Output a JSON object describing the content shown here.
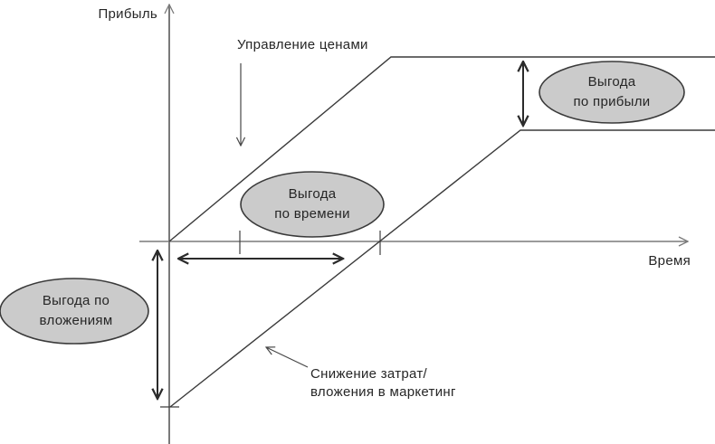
{
  "diagram": {
    "y_axis_label": "Прибыль",
    "x_axis_label": "Время",
    "annotations": {
      "price_management": "Управление ценами",
      "cost_reduction_line1": "Снижение затрат/",
      "cost_reduction_line2": "вложения в маркетинг"
    },
    "ellipses": [
      {
        "id": "profit-benefit",
        "line1": "Выгода",
        "line2": "по прибыли"
      },
      {
        "id": "time-benefit",
        "line1": "Выгода",
        "line2": "по времени"
      },
      {
        "id": "investment-benefit",
        "line1": "Выгода по",
        "line2": "вложениям"
      }
    ],
    "colors": {
      "background": "#ffffff",
      "axis": "#7a7a7a",
      "line": "#3a3a3a",
      "arrow": "#2b2b2b",
      "thin_arrow": "#474747",
      "tick": "#3f3f3f",
      "ellipse_fill": "#cbcbcb",
      "ellipse_stroke": "#3a3a3a",
      "text": "#262626"
    }
  }
}
